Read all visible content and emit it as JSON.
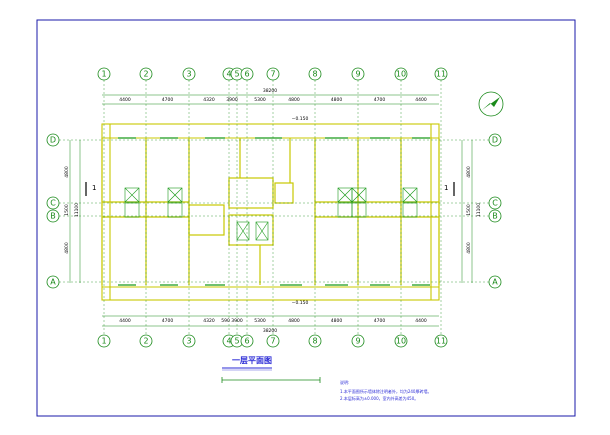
{
  "drawing": {
    "title": "一层平面图",
    "axes_columns": [
      "1",
      "2",
      "3",
      "4",
      "5",
      "6",
      "7",
      "8",
      "9",
      "10",
      "11"
    ],
    "axes_rows": [
      "D",
      "C",
      "B",
      "A"
    ],
    "overall_dimension": "38200",
    "top_dimensions": [
      "4400",
      "4700",
      "4320",
      "",
      "5300",
      "4800",
      "4800",
      "4700",
      "4400"
    ],
    "bottom_dimensions": [
      "4400",
      "4700",
      "4320",
      "",
      "5300",
      "4800",
      "4800",
      "4700",
      "4400"
    ],
    "narrow_dims_top": "3900",
    "narrow_dims_bottom": "590 3900",
    "left_dimensions": [
      "4800",
      "1500",
      "4800"
    ],
    "left_total": "11100",
    "section_mark": "1",
    "level_top": "−0.150",
    "level_bottom": "−0.150",
    "note_heading": "说明:",
    "note_lines": [
      "1.本平面图所示墙体除注明者外，均为240厚砖墙。",
      "2.本层标高为±0.000，室内外高差为450。"
    ]
  }
}
